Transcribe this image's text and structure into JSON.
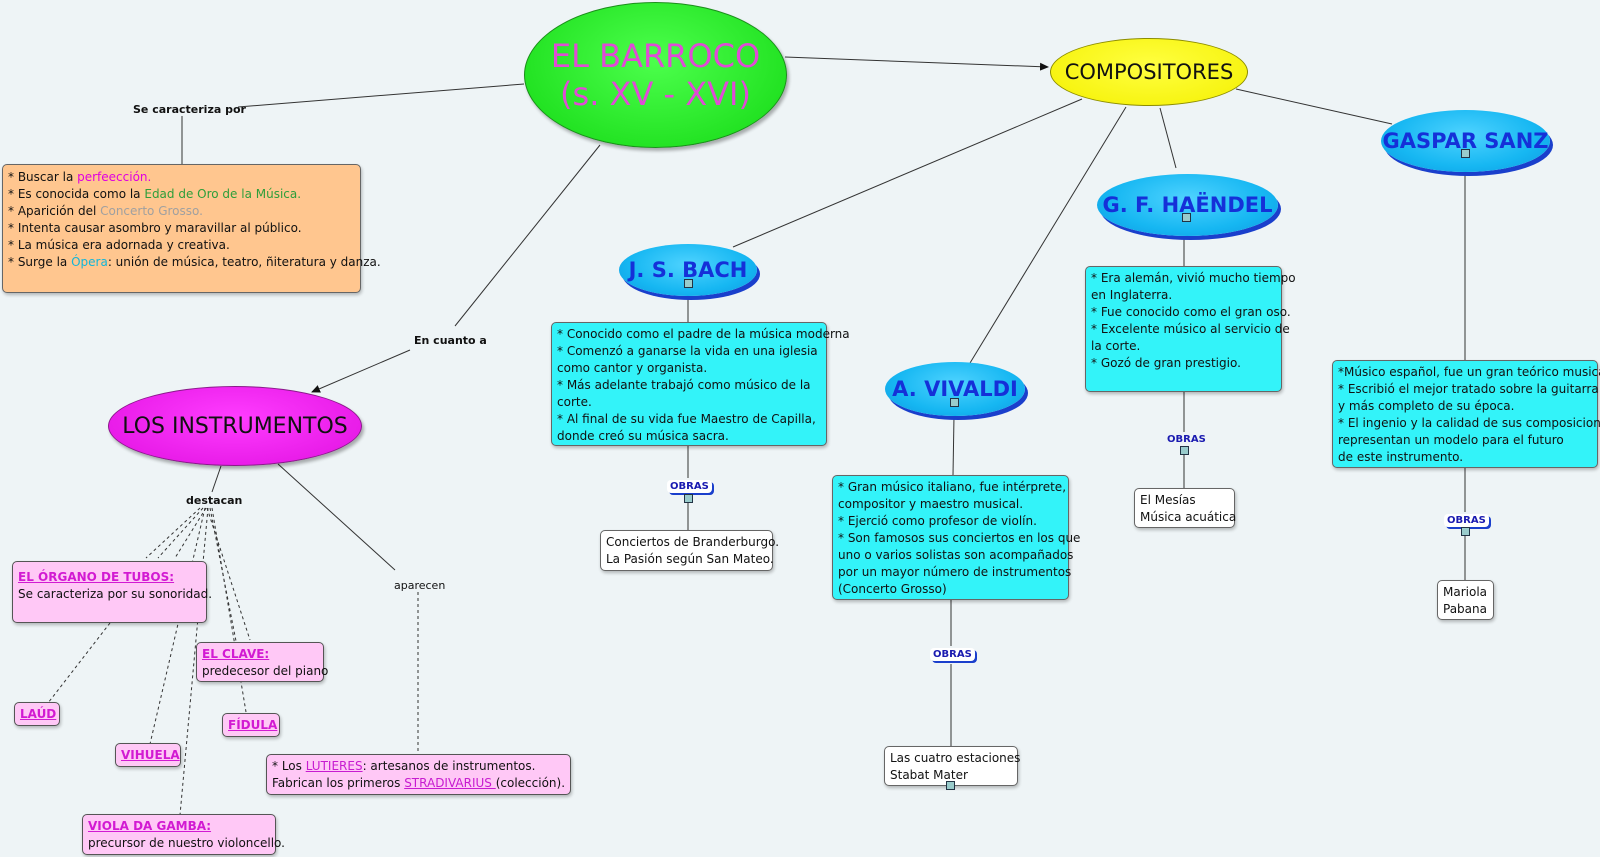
{
  "root": {
    "line1": "EL BARROCO",
    "line2": "(s. XV - XVI)"
  },
  "links": {
    "caracteriza": "Se caracteriza por",
    "en_cuanto": "En cuanto a",
    "destacan": "destacan",
    "aparecen": "aparecen"
  },
  "caracteristicas": {
    "l1a": "* Buscar la ",
    "l1b": "perfeección.",
    "l2a": "* Es conocida como la ",
    "l2b": "Edad de Oro de la Música.",
    "l3a": "* Aparición del ",
    "l3b": "Concerto Grosso.",
    "l4": "* Intenta causar asombro y maravillar al público.",
    "l5": "* La música era adornada y creativa.",
    "l6a": "* Surge la ",
    "l6b": "Ópera",
    "l6c": ": unión de música, teatro, ñiteratura y danza."
  },
  "instrumentos": {
    "title": "LOS INSTRUMENTOS",
    "organo_title": "EL ÓRGANO DE TUBOS:",
    "organo_desc": "Se caracteriza por su sonoridad.",
    "clave_title": "EL CLAVE:",
    "clave_desc": "predecesor del piano",
    "laud": "LAÚD",
    "vihuela": "VIHUELA",
    "fidula": "FÍDULA",
    "viola_title": "VIOLA DA GAMBA: ",
    "viola_desc": "precursor de nuestro violoncello.",
    "lut_a": "* Los ",
    "lut_b": "LUTIERES",
    "lut_c": ": artesanos de instrumentos.",
    "str_a": "Fabrican los primeros ",
    "str_b": "STRADIVARIUS ",
    "str_c": "(colección)."
  },
  "compositores": {
    "title": "COMPOSITORES",
    "obras_label": "OBRAS",
    "bach": {
      "name": "J. S. BACH",
      "info": [
        "* Conocido como el padre de la música moderna",
        "* Comenzó a ganarse la vida en una iglesia",
        " como cantor y organista.",
        "* Más adelante trabajó como músico de la",
        "corte.",
        "* Al final de su vida fue Maestro de Capilla,",
        "donde creó su música sacra."
      ],
      "works": [
        "Conciertos de Branderburgo.",
        "La Pasión según San Mateo."
      ]
    },
    "vivaldi": {
      "name": "A. VIVALDI",
      "info": [
        "* Gran músico italiano, fue intérprete,",
        "compositor y maestro musical.",
        "* Ejerció como profesor de violín.",
        "* Son famosos sus conciertos en los que",
        "uno o varios solistas son acompañados",
        "por un mayor número de instrumentos",
        "(Concerto Grosso)"
      ],
      "works": [
        "Las cuatro estaciones",
        "Stabat Mater"
      ]
    },
    "haendel": {
      "name": "G. F. HAËNDEL",
      "info": [
        "* Era alemán, vivió mucho tiempo",
        "en Inglaterra.",
        "* Fue conocido como el gran oso.",
        "* Excelente músico al servicio de",
        "la corte.",
        "* Gozó de gran prestigio."
      ],
      "works": [
        "El Mesías",
        "Música acuática"
      ]
    },
    "sanz": {
      "name": "GASPAR SANZ",
      "info": [
        "*Músico español, fue un gran teórico musical.",
        "* Escribió el mejor tratado sobre la guitarra",
        "y más completo de su época.",
        "* El ingenio y la calidad de sus composiciones",
        "representan un modelo para el futuro",
        "de este instrumento."
      ],
      "works": [
        "Mariola",
        "Pabana"
      ]
    }
  }
}
